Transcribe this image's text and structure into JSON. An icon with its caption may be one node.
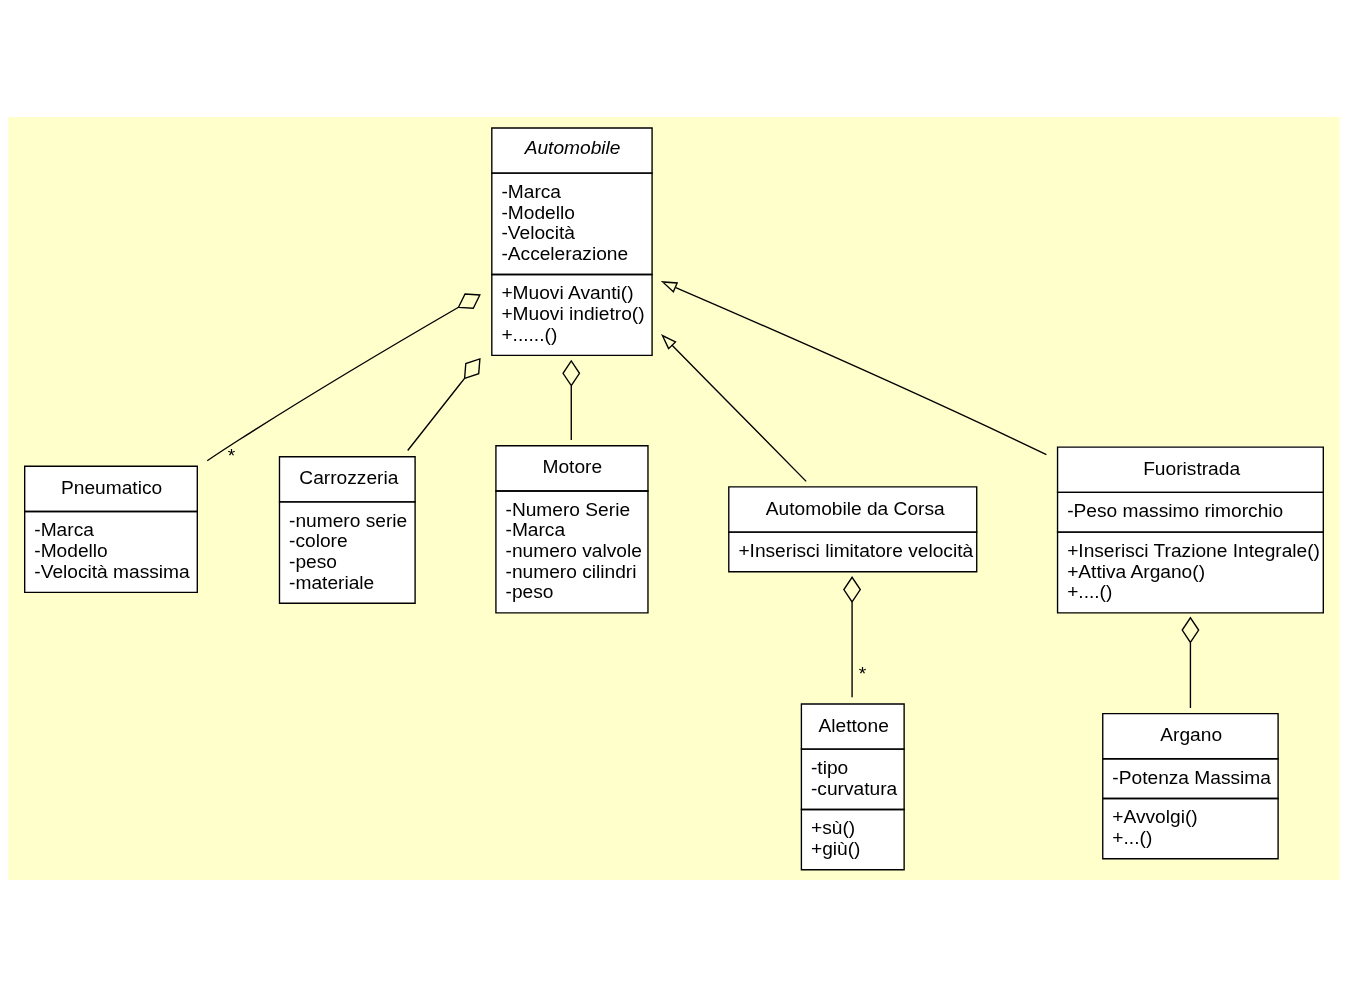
{
  "diagram": {
    "nodes": [
      {
        "text": [
          "Automobile",
          "-Marca -Modello -Velocità -Accelerazione",
          "+Muovi Avanti() +Muovi indietro() +......()"
        ]
      },
      {
        "text": [
          "Pneumatico",
          "-Marca -Modello -Velocità massima"
        ]
      },
      {
        "text": [
          "Carrozzeria",
          "-numero serie -colore -peso -materiale"
        ]
      },
      {
        "text": [
          "Motore",
          "-Numero Serie -Marca -numero valvole -numero cilindri -peso"
        ]
      },
      {
        "text": [
          "Alettone",
          "-tipo -curvatura",
          "+sù() +giù()"
        ]
      },
      {
        "text": [
          "Automobile da Corsa",
          "+Inserisci limitatore velocità"
        ]
      },
      {
        "text": [
          "Fuoristrada",
          "-Peso massimo rimorchio",
          "+Inserisci Trazione Integrale() +Attiva Argano() +....()"
        ]
      },
      {
        "text": [
          "Argano",
          "-Potenza Massima",
          "+Avvolgi() +...()"
        ]
      }
    ],
    "edges": [
      {
        "from": 0,
        "to": 1,
        "arrow": "other",
        "label": "*"
      },
      {
        "from": 0,
        "to": 2,
        "arrow": "other"
      },
      {
        "from": 0,
        "to": 3,
        "arrow": "other"
      },
      {
        "from": 5,
        "to": 0,
        "arrow": "to"
      },
      {
        "from": 6,
        "to": 0,
        "arrow": "to"
      },
      {
        "from": 5,
        "to": 4,
        "arrow": "other",
        "label": "*"
      },
      {
        "from": 6,
        "to": 7,
        "arrow": "other"
      }
    ]
  }
}
